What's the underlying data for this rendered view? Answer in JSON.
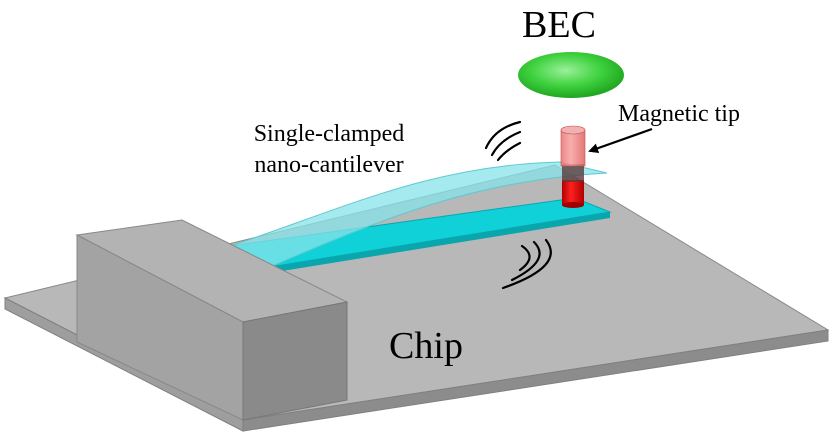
{
  "labels": {
    "bec": "BEC",
    "magnetic_tip": "Magnetic tip",
    "cantilever_line1": "Single-clamped",
    "cantilever_line2": "nano-cantilever",
    "chip": "Chip"
  },
  "colors": {
    "background": "#ffffff",
    "chip_top": "#b8b8b8",
    "chip_front": "#9e9e9e",
    "chip_side": "#8c8c8c",
    "clamp_top": "#b3b3b3",
    "clamp_front": "#a3a3a3",
    "clamp_side": "#8a8a8a",
    "cantilever_low": "#10d0d8",
    "cantilever_low_edge": "#0aa6ad",
    "cantilever_high": "#86e3ea",
    "bec": "#33cc33",
    "bec_highlight": "#9af09a",
    "tip_solid": "#e00000",
    "tip_translucent": "#f07a7a",
    "arrow": "#000000",
    "wave": "#000000"
  },
  "icons": {
    "vibration_upper": "vibration-arc-icon",
    "vibration_lower": "vibration-arc-icon",
    "pointer": "arrow-icon"
  }
}
